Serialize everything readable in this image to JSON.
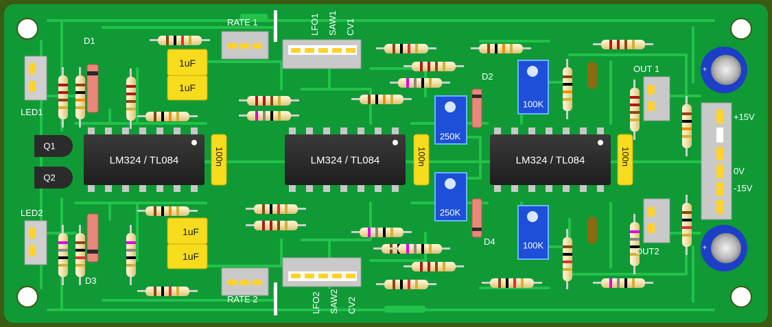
{
  "colors": {
    "board": "#0f9a36",
    "copper": "#23c24a",
    "edge": "#3b5a12",
    "ic_body": "#2b2b2b",
    "resistor_body": "#f3e6b8",
    "cap_yellow": "#f7dc1e",
    "trimmer_blue": "#1d4fd8",
    "header_grey": "#c9c9c9",
    "pad_yellow": "#ffd22e",
    "electrolytic_blue": "#1c3fc6"
  },
  "icons": {
    "mounting_hole": "circle",
    "resistor": "banded-resistor",
    "diode": "banded-diode",
    "transistor": "to92-half-circle",
    "electrolytic": "radial-capacitor",
    "trimmer": "square-trimpot"
  },
  "ics": [
    {
      "label": "LM324 / TL084"
    },
    {
      "label": "LM324 / TL084"
    },
    {
      "label": "LM324 / TL084"
    }
  ],
  "decoupling_caps": [
    "100n",
    "100n",
    "100n"
  ],
  "film_caps": [
    "1uF",
    "1uF",
    "1uF",
    "1uF"
  ],
  "trimmers": [
    "250K",
    "250K",
    "100K",
    "100K"
  ],
  "diodes": [
    "D1",
    "D2",
    "D3",
    "D4"
  ],
  "transistors": [
    "Q1",
    "Q2"
  ],
  "leds": [
    "LED1",
    "LED2"
  ],
  "rate_labels": [
    "RATE 1",
    "RATE 2"
  ],
  "top_header_labels": [
    "LFO1",
    "SAW1",
    "CV1"
  ],
  "bottom_header_labels": [
    "LFO2",
    "SAW2",
    "CV2"
  ],
  "outputs": [
    "OUT 1",
    "OUT2"
  ],
  "power": {
    "pos": "+15V",
    "gnd": "0V",
    "neg": "-15V"
  },
  "cap_polarity": "+"
}
